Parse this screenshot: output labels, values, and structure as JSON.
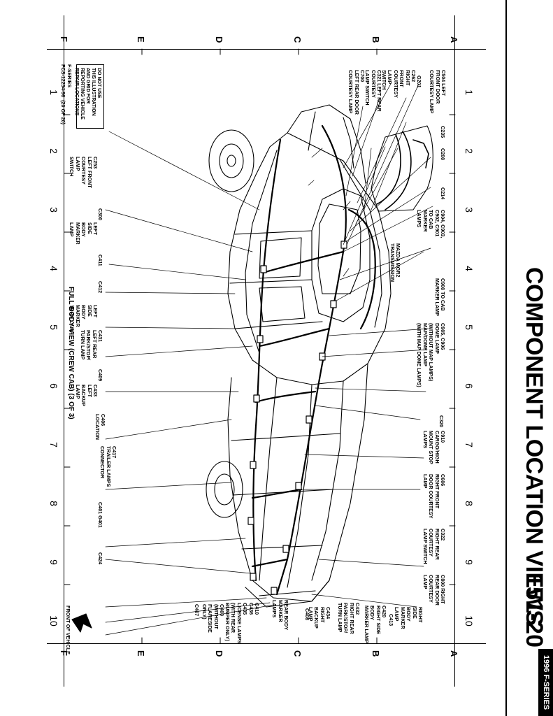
{
  "header": {
    "title": "COMPONENT LOCATION VIEWS",
    "page_number": "151-20",
    "series": "1996 F-SERIES"
  },
  "grid": {
    "columns": [
      "1",
      "2",
      "3",
      "4",
      "5",
      "6",
      "7",
      "8",
      "9",
      "10"
    ],
    "rows": [
      "A",
      "B",
      "C",
      "D",
      "E",
      "F"
    ]
  },
  "labels": {
    "g201": "G201",
    "c504": "C504 LEFT\nFRONT DOOR\nCOURTESY LAMP",
    "c262": "C262\nRIGHT\nFRONT\nCOURTESY\nLAMP\nSWITCH",
    "c321": "C321 LEFT REAR\nCOURTESY\nLAMP SWITCH",
    "c700": "C700\nLEFT REAR DOOR\nCOURTESY LAMP",
    "c235": "C235",
    "c200": "C200",
    "c214": "C214",
    "c904": "C904, C903,\nC902, C901\nTO CAB\nMARKER\nLAMPS",
    "mazda": "MAZDA MGR2\nTRANSMISSION",
    "c900": "C900 TO CAB\nMARKER LAMP",
    "c905": "C905, C906\nDOME LAMP\n(WITHOUT MAP LAMPS)\nMAP/DOME LAMP\n(WITH MAP DOME LAMPS)",
    "c320": "C320",
    "c910": "C910\nCARGO/HIGH\nMOUNT STOP\nLAMPS",
    "c606": "C606\nRIGHT FRONT\nDOOR COURTESY\nLAMP",
    "c322": "C322\nRIGHT REAR\nCOURTESY\nLAMP SWITCH",
    "c800": "C800 RIGHT\nREAR DOOR\nCOURTESY\nLAMP",
    "right_side_body": "RIGHT\nSIDE\nBODY\nMARKER\nLAMP",
    "c413": "C413",
    "c420": "C420\nRIGHT SIDE\nBODY\nMARKER LAMP",
    "c432": "C432\nRIGHT REAR\nPARK/STOP/\nTURN LAMP",
    "c434": "C434\nRIGHT\nBACKUP\nLAMP",
    "c408": "C408",
    "rear_body": "REAR BODY\nMARKER\nLAMPS",
    "c410": "C410\nC436\nC435\nLICENSE LAMPS\n(WITH REAR\nBUMPER ONLY)",
    "c407": "C407",
    "c400": "C400\n(WITHOUT\nFLARESIDE\nONLY)",
    "c253": "C253\nLEFT FRONT\nCOURTESY\nLAMP\nSWITCH",
    "c300": "C300",
    "left_side_body": "LEFT\nSIDE\nBODY\nMARKER\nLAMP",
    "c411": "C411",
    "c412": "C412",
    "left_side_turn": "LEFT\nSIDE\nBODY\nMARKER\nTURN LAMP",
    "c431": "C431\nLEFT REAR\nPARK/STOP/\nTURN LAMP",
    "c409": "C409",
    "c433": "C433\nLEFT\nBACKUP\nLAMP",
    "c406": "C406\nLOCATION",
    "c417": "C417\nTRAILER LAMPS\nCONNECTOR",
    "c401": "C401 G401",
    "c424": "C424",
    "front_of_vehicle": "FRONT OF VEHICLE"
  },
  "notice": "DO NOT USE\nTHIS ILLUSTRATION\nAND GRID FOR\nREPORTING VEHICLE\nREPAIR LOCATIONS",
  "footer": {
    "series": "F-SERIES",
    "code": "FCS-12254-96  (20 OF 20)",
    "view_title": "FULL BODY VIEW (CREW CAB) (3 OF 3)"
  }
}
